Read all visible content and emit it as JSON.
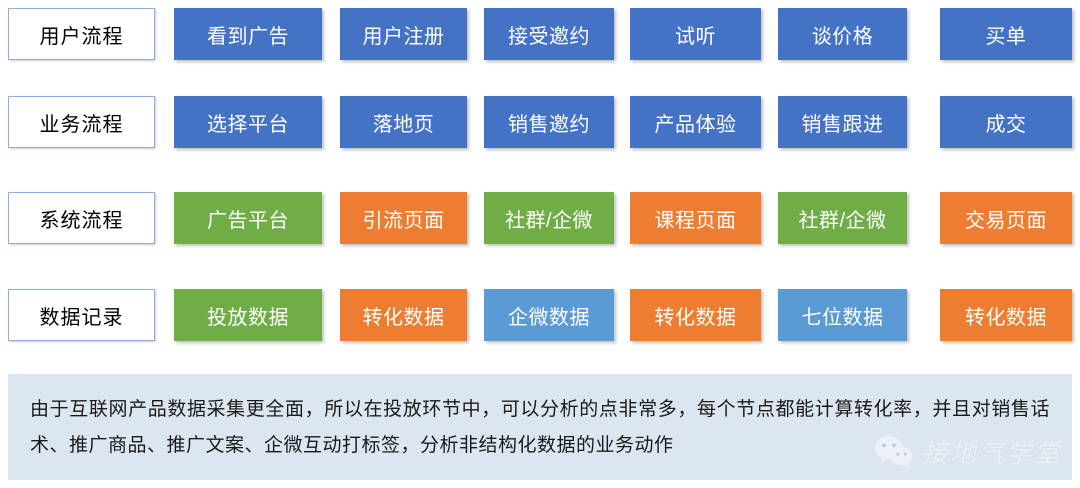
{
  "diagram": {
    "rows": [
      {
        "label": "用户流程",
        "nodes": [
          {
            "text": "看到广告",
            "color": "#4472c4"
          },
          {
            "text": "用户注册",
            "color": "#4472c4"
          },
          {
            "text": "接受邀约",
            "color": "#4472c4"
          },
          {
            "text": "试听",
            "color": "#4472c4"
          },
          {
            "text": "谈价格",
            "color": "#4472c4"
          },
          {
            "text": "买单",
            "color": "#4472c4"
          }
        ]
      },
      {
        "label": "业务流程",
        "nodes": [
          {
            "text": "选择平台",
            "color": "#4472c4"
          },
          {
            "text": "落地页",
            "color": "#4472c4"
          },
          {
            "text": "销售邀约",
            "color": "#4472c4"
          },
          {
            "text": "产品体验",
            "color": "#4472c4"
          },
          {
            "text": "销售跟进",
            "color": "#4472c4"
          },
          {
            "text": "成交",
            "color": "#4472c4"
          }
        ]
      },
      {
        "label": "系统流程",
        "nodes": [
          {
            "text": "广告平台",
            "color": "#70ad47"
          },
          {
            "text": "引流页面",
            "color": "#ed7d31"
          },
          {
            "text": "社群/企微",
            "color": "#70ad47"
          },
          {
            "text": "课程页面",
            "color": "#ed7d31"
          },
          {
            "text": "社群/企微",
            "color": "#70ad47"
          },
          {
            "text": "交易页面",
            "color": "#ed7d31"
          }
        ]
      },
      {
        "label": "数据记录",
        "nodes": [
          {
            "text": "投放数据",
            "color": "#70ad47"
          },
          {
            "text": "转化数据",
            "color": "#ed7d31"
          },
          {
            "text": "企微数据",
            "color": "#5b9bd5"
          },
          {
            "text": "转化数据",
            "color": "#ed7d31"
          },
          {
            "text": "七位数据",
            "color": "#5b9bd5"
          },
          {
            "text": "转化数据",
            "color": "#ed7d31"
          }
        ]
      }
    ]
  },
  "note": {
    "text": "由于互联网产品数据采集更全面，所以在投放环节中，可以分析的点非常多，每个节点都能计算转化率，并且对销售话术、推广商品、推广文案、企微互动打标签，分析非结构化数据的业务动作"
  },
  "watermark": {
    "text": "接地气学堂",
    "icon": "wechat-icon"
  },
  "colors": {
    "blue": "#4472c4",
    "green": "#70ad47",
    "orange": "#ed7d31",
    "light_blue": "#5b9bd5",
    "label_border": "#8faadc",
    "note_bg": "#dce6f1"
  }
}
